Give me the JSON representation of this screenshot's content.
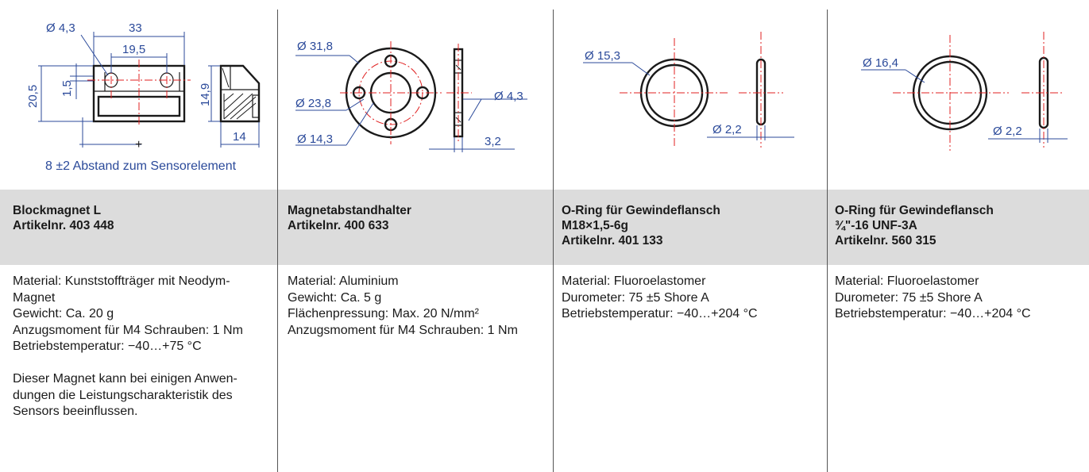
{
  "columns": [
    {
      "title_lines": [
        "Blockmagnet L",
        "Artikelnr. 403 448"
      ],
      "spec_lines": [
        "Material: Kunststoffträger mit Neodym-",
        "Magnet",
        "Gewicht: Ca. 20 g",
        "Anzugsmoment für M4 Schrauben: 1 Nm",
        "Betriebstemperatur: −40…+75 °C"
      ],
      "note_lines": [
        "Dieser Magnet kann bei einigen Anwen-",
        "dungen die Leistungscharakteristik des",
        "Sensors beeinflussen."
      ],
      "drawing_labels": {
        "d1": "Ø 4,3",
        "d2": "33",
        "d3": "19,5",
        "d4": "20,5",
        "d5": "1,5",
        "d6": "14,9",
        "d7": "14",
        "caption": "8 ±2 Abstand zum Sensorelement"
      }
    },
    {
      "title_lines": [
        "Magnetabstandhalter",
        "Artikelnr. 400 633"
      ],
      "spec_lines": [
        "Material: Aluminium",
        "Gewicht: Ca. 5 g",
        "Flächenpressung: Max. 20 N/mm²",
        "Anzugsmoment für M4 Schrauben: 1 Nm"
      ],
      "drawing_labels": {
        "d1": "Ø 31,8",
        "d2": "Ø 23,8",
        "d3": "Ø 14,3",
        "d4": "Ø 4,3",
        "d5": "3,2"
      }
    },
    {
      "title_lines": [
        "O-Ring für Gewindeflansch",
        "M18×1,5-6g",
        "Artikelnr. 401 133"
      ],
      "spec_lines": [
        "Material: Fluoroelastomer",
        "Durometer: 75 ±5 Shore A",
        "Betriebstemperatur: −40…+204 °C"
      ],
      "drawing_labels": {
        "d1": "Ø 15,3",
        "d2": "Ø 2,2"
      }
    },
    {
      "title_lines": [
        "O-Ring für Gewindeflansch",
        "¾\"-16 UNF-3A",
        "Artikelnr. 560 315"
      ],
      "spec_lines": [
        "Material: Fluoroelastomer",
        "Durometer: 75 ±5 Shore A",
        "Betriebstemperatur: −40…+204 °C"
      ],
      "drawing_labels": {
        "d1": "Ø 16,4",
        "d2": "Ø 2,2"
      }
    }
  ],
  "colors": {
    "dimension_blue": "#2b4a9a",
    "centerline_red": "#e02020",
    "title_band_gray": "#dcdcdc"
  }
}
